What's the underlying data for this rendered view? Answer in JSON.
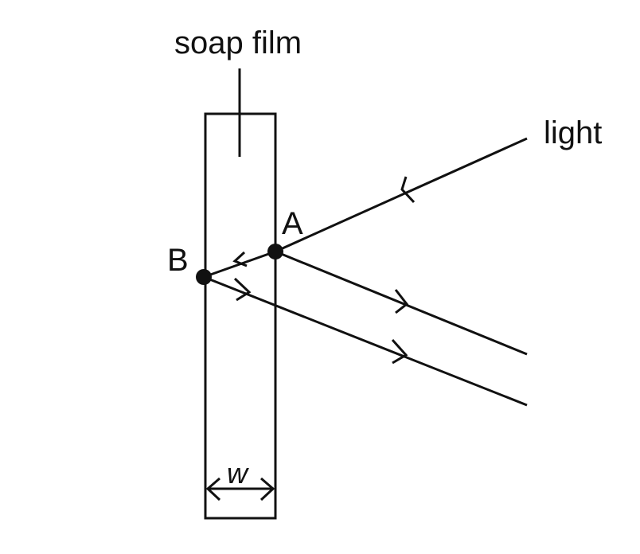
{
  "labels": {
    "film": "soap film",
    "light": "light",
    "point_a": "A",
    "point_b": "B",
    "width": "w"
  },
  "colors": {
    "stroke": "#111111",
    "background": "#ffffff"
  }
}
